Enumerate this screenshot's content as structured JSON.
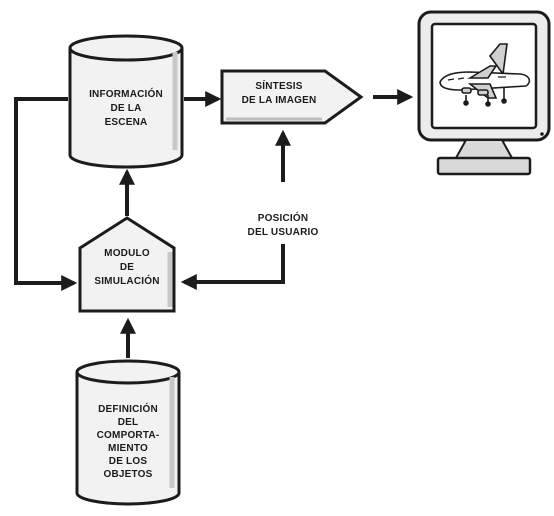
{
  "nodes": {
    "scene_info": {
      "lines": [
        "INFORMACIÓN",
        "DE LA",
        "ESCENA"
      ]
    },
    "image_synthesis": {
      "lines": [
        "SÍNTESIS",
        "DE LA IMAGEN"
      ]
    },
    "user_position": {
      "lines": [
        "POSICIÓN",
        "DEL USUARIO"
      ]
    },
    "simulation_module": {
      "lines": [
        "MODULO",
        "DE",
        "SIMULACIÓN"
      ]
    },
    "behavior_definition": {
      "lines": [
        "DEFINICIÓN",
        "DEL",
        "COMPORTA-",
        "MIENTO",
        "DE LOS",
        "OBJETOS"
      ]
    }
  },
  "icons": {
    "monitor": "computer-monitor-icon",
    "airplane": "airplane-icon"
  },
  "colors": {
    "ink": "#1c1c1c",
    "shape_fill": "#f2f2f2",
    "background": "#ffffff"
  }
}
